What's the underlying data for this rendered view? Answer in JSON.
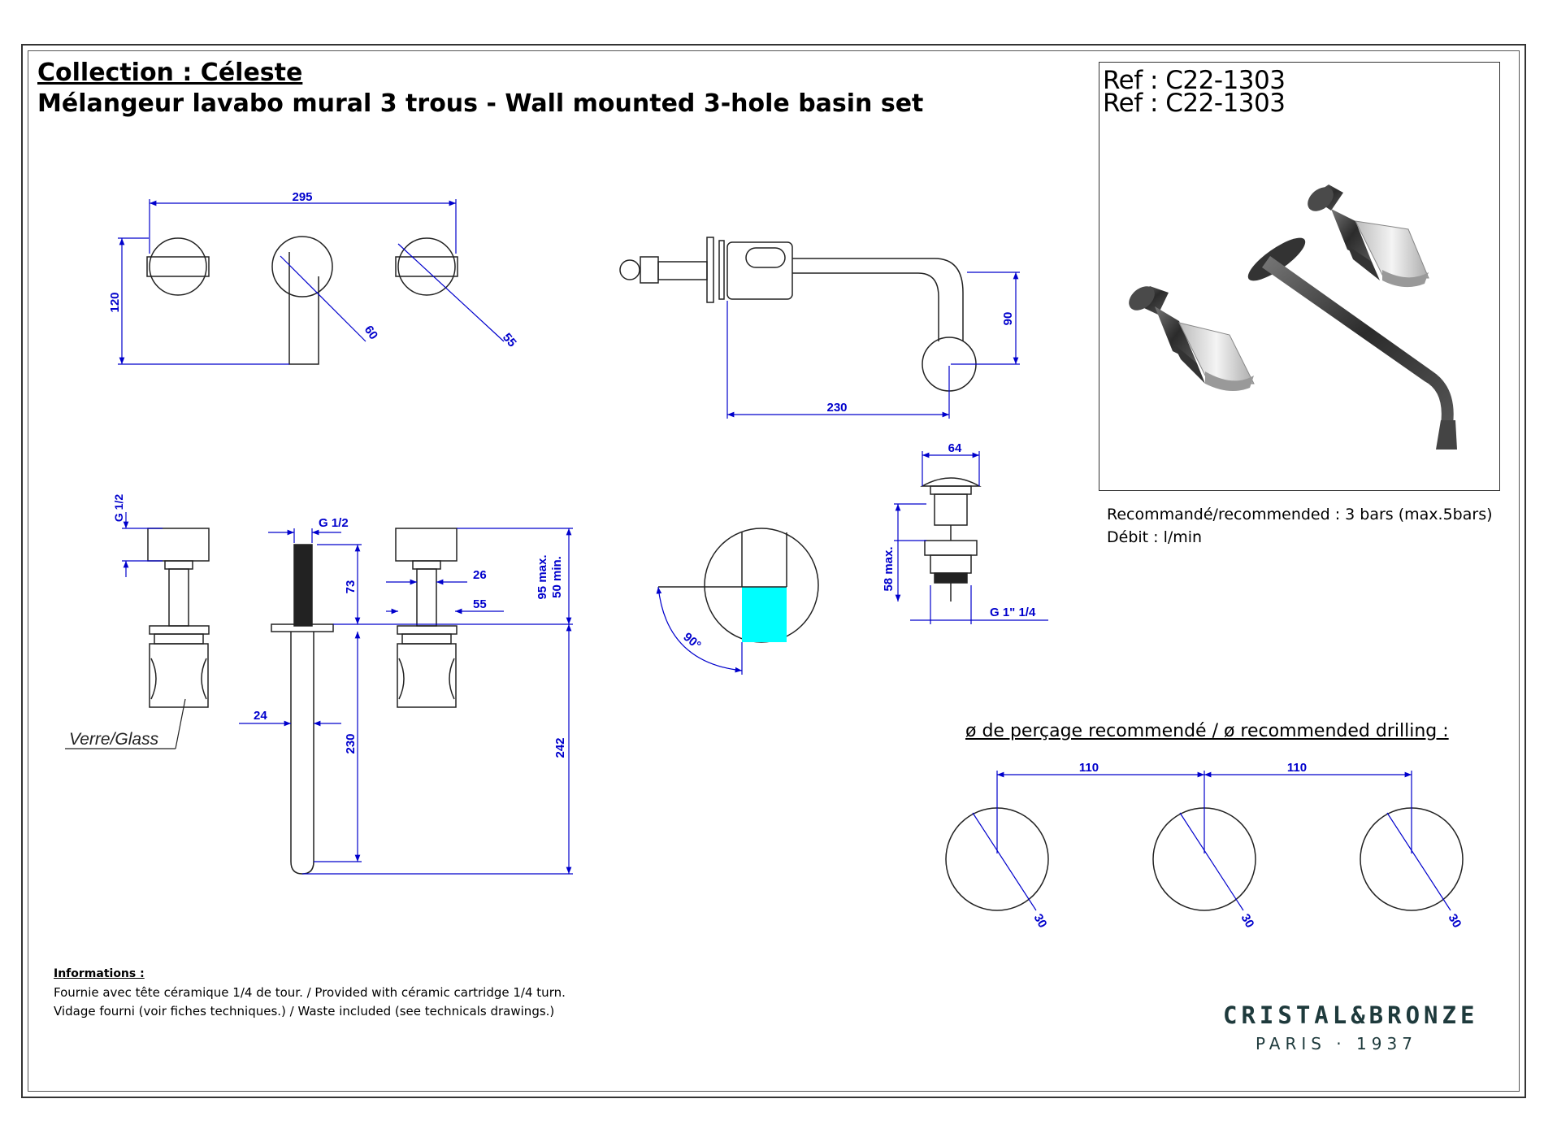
{
  "header": {
    "collection": "Collection : Céleste",
    "product": "Mélangeur lavabo mural 3 trous - Wall mounted 3-hole basin set"
  },
  "reference": {
    "line1": "Ref : C22-1303",
    "line2": "Ref : C22-1303"
  },
  "specs": {
    "pressure": "Recommandé/recommended : 3 bars (max.5bars)",
    "flow": "Débit :   l/min"
  },
  "dimensions": {
    "width_295": "295",
    "height_120": "120",
    "dia_60": "60",
    "dia_55_top": "55",
    "proj_230": "230",
    "drop_90": "90",
    "waste_dia_64": "64",
    "waste_58": "58 max.",
    "waste_thread": "G 1\" 1/4",
    "g12_left": "G 1/2",
    "g12_mid": "G 1/2",
    "len_73": "73",
    "dia_26": "26",
    "dia_55_side": "55",
    "max95": "95 max.",
    "min50": "50 min.",
    "dia_24": "24",
    "len_230": "230",
    "len_242": "242",
    "angle_90": "90°",
    "drill_110_a": "110",
    "drill_110_b": "110",
    "drill_30": "30"
  },
  "labels": {
    "glass": "Verre/Glass",
    "drilling_title": "ø de perçage recommendé / ø recommended drilling :"
  },
  "informations": {
    "heading": "Informations :",
    "line1": "Fournie avec tête céramique 1/4 de tour. / Provided with céramic cartridge 1/4 turn.",
    "line2": "Vidage fourni (voir fiches techniques.) / Waste included (see technicals drawings.)"
  },
  "brand": {
    "name": "CRISTAL&BRONZE",
    "tagline": "PARIS · 1937"
  },
  "colors": {
    "dimension": "#0000cc",
    "outline": "#222222",
    "highlight": "#00ffff",
    "brand": "#1e3a3c"
  }
}
